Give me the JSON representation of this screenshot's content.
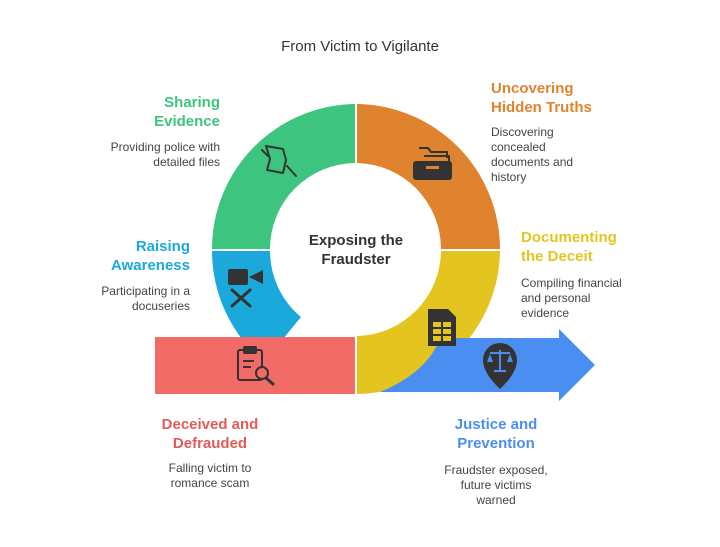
{
  "title": "From Victim to Vigilante",
  "center": {
    "line1": "Exposing the",
    "line2": "Fraudster"
  },
  "colors": {
    "red": "#F26B66",
    "teal": "#1BA9DC",
    "green": "#3DC47E",
    "orange": "#E0832F",
    "yellow": "#E4C51F",
    "blue": "#4B8EF2"
  },
  "stages": [
    {
      "key": "deceived",
      "heading": [
        "Deceived and",
        "Defrauded"
      ],
      "desc": [
        "Falling victim to",
        "romance scam"
      ],
      "icon": "clipboard-search-icon"
    },
    {
      "key": "raising",
      "heading": [
        "Raising",
        "Awareness"
      ],
      "desc": [
        "Participating in a",
        "docuseries"
      ],
      "icon": "video-off-icon"
    },
    {
      "key": "sharing",
      "heading": [
        "Sharing",
        "Evidence"
      ],
      "desc": [
        "Providing police with",
        "detailed files"
      ],
      "icon": "document-transfer-icon"
    },
    {
      "key": "uncovering",
      "heading": [
        "Uncovering",
        "Hidden Truths"
      ],
      "desc": [
        "Discovering",
        "concealed",
        "documents and",
        "history"
      ],
      "icon": "folder-open-icon"
    },
    {
      "key": "documenting",
      "heading": [
        "Documenting",
        "the Deceit"
      ],
      "desc": [
        "Compiling financial",
        "and personal",
        "evidence"
      ],
      "icon": "spreadsheet-icon"
    },
    {
      "key": "justice",
      "heading": [
        "Justice and",
        "Prevention"
      ],
      "desc": [
        "Fraudster exposed,",
        "future victims",
        "warned"
      ],
      "icon": "scales-icon"
    }
  ]
}
